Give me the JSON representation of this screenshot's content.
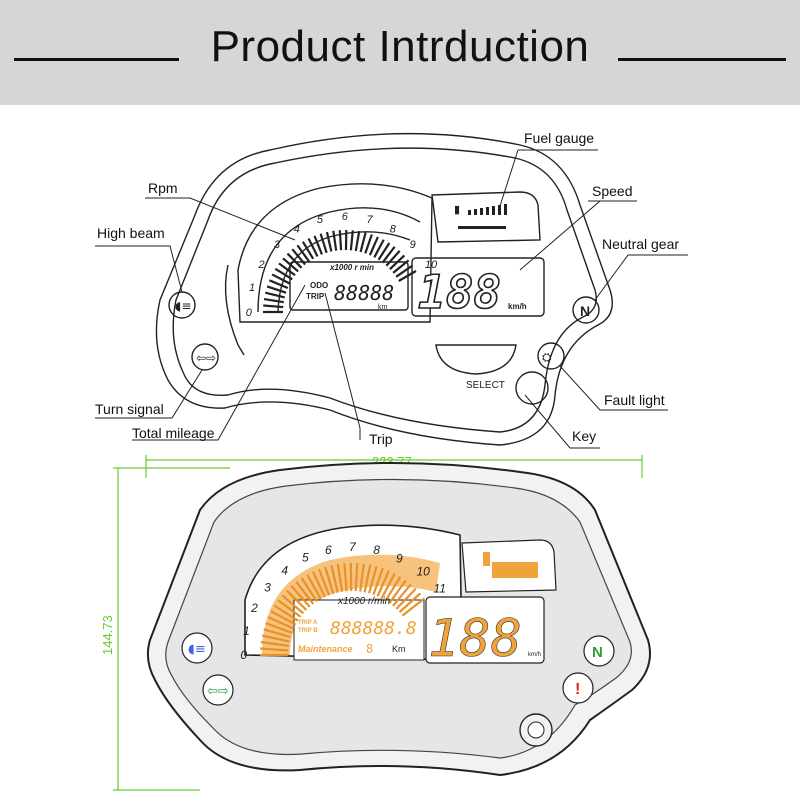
{
  "header": {
    "title": "Product  Intrduction"
  },
  "callouts": {
    "fuel_gauge": "Fuel gauge",
    "rpm": "Rpm",
    "speed": "Speed",
    "high_beam": "High beam",
    "neutral_gear": "Neutral gear",
    "turn_signal": "Turn signal",
    "fault_light": "Fault light",
    "total_mileage": "Total mileage",
    "trip": "Trip",
    "key": "Key"
  },
  "top_panel": {
    "rpm_scale": [
      "0",
      "1",
      "2",
      "3",
      "4",
      "5",
      "6",
      "7",
      "8",
      "9",
      "10"
    ],
    "rpm_unit": "x1000 r min",
    "odo_label": "ODO",
    "trip_label": "TRIP",
    "odo_digits": "88888",
    "odo_unit": "km",
    "speed_digits": "188",
    "speed_unit": "km/h",
    "select_button": "SELECT",
    "neutral_icon": "N"
  },
  "dimensions": {
    "width": "223.77",
    "height": "144.73"
  },
  "bottom_panel": {
    "rpm_scale": [
      "0",
      "1",
      "2",
      "3",
      "4",
      "5",
      "6",
      "7",
      "8",
      "9",
      "10",
      "11"
    ],
    "rpm_unit": "x1000 r/min",
    "trip_a": "TRIP A",
    "trip_b": "TRIP B",
    "odo_digits": "888888.8",
    "maintenance": "Maintenance",
    "maintenance_digit": "8",
    "km": "Km",
    "speed_digits": "188",
    "speed_unit": "km/h",
    "neutral_icon": "N",
    "fault_icon": "!"
  },
  "colors": {
    "banner": "#d6d6d6",
    "dimension_line": "#66cc33",
    "backlight": "#f0a33a",
    "neutral_green": "#2e9e3a",
    "high_beam_blue": "#4466dd",
    "fault_red": "#dd2222"
  }
}
